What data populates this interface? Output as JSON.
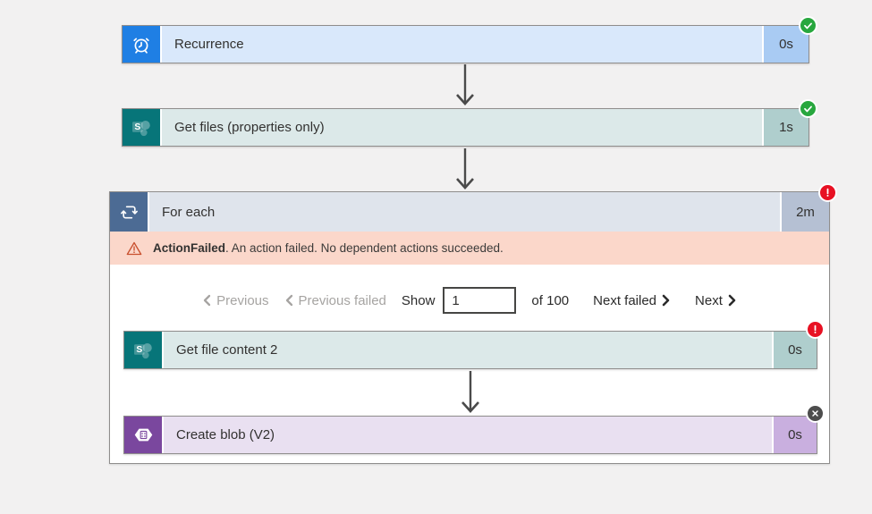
{
  "colors": {
    "page_bg": "#F2F1F1",
    "recurrence_icon_bg": "#1F7FE4",
    "recurrence_body_bg": "#D9E8FB",
    "recurrence_duration_bg": "#A9CBF3",
    "sharepoint_icon_bg": "#077579",
    "sharepoint_body_bg": "#DCE9E9",
    "sharepoint_duration_bg": "#AFCECD",
    "foreach_icon_bg": "#4C6B94",
    "foreach_body_bg": "#DFE4EC",
    "foreach_duration_bg": "#B5C0D3",
    "error_bar_bg": "#FBD7CA",
    "error_triangle": "#C9502E",
    "blob_icon_bg": "#7A479E",
    "blob_body_bg": "#E9E0F1",
    "blob_duration_bg": "#C9AFDF",
    "success_badge": "#28A73E",
    "failed_badge": "#E81123",
    "cancelled_badge": "#4D4D4D",
    "arrow": "#4A4A4A",
    "text": "#323130",
    "muted_text": "#A6A4A2"
  },
  "icons": {
    "recurrence": "alarm-clock-icon",
    "get_files": "sharepoint-icon",
    "for_each": "loop-icon",
    "get_file_content": "sharepoint-icon",
    "create_blob": "blob-storage-hexagon-icon",
    "success": "check-icon",
    "failed": "exclamation-icon",
    "cancelled": "x-icon",
    "warning": "warning-triangle-icon"
  },
  "nodes": {
    "recurrence": {
      "label": "Recurrence",
      "duration": "0s",
      "status": "succeeded"
    },
    "get_files": {
      "label": "Get files (properties only)",
      "duration": "1s",
      "status": "succeeded"
    },
    "for_each": {
      "label": "For each",
      "duration": "2m",
      "status": "failed"
    },
    "get_file_content": {
      "label": "Get file content 2",
      "duration": "0s",
      "status": "failed"
    },
    "create_blob": {
      "label": "Create blob (V2)",
      "duration": "0s",
      "status": "cancelled"
    }
  },
  "error_banner": {
    "code": "ActionFailed",
    "message": ". An action failed. No dependent actions succeeded."
  },
  "pagination": {
    "previous_label": "Previous",
    "previous_failed_label": "Previous failed",
    "show_label": "Show",
    "input_value": "1",
    "of_label": "of 100",
    "next_failed_label": "Next failed",
    "next_label": "Next"
  }
}
